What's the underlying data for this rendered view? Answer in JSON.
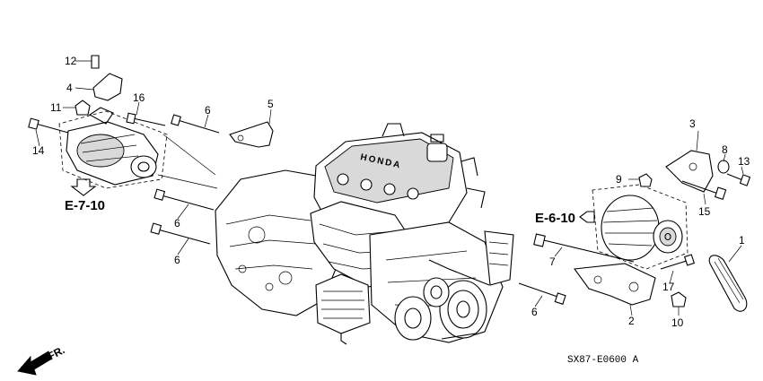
{
  "callouts": {
    "c1": "1",
    "c2": "2",
    "c3": "3",
    "c4": "4",
    "c5": "5",
    "c6a": "6",
    "c6b": "6",
    "c6c": "6",
    "c6d": "6",
    "c7": "7",
    "c8": "8",
    "c9": "9",
    "c10": "10",
    "c11": "11",
    "c12": "12",
    "c13": "13",
    "c14": "14",
    "c15": "15",
    "c16": "16",
    "c17": "17"
  },
  "refs": {
    "starter": "E-7-10",
    "alternator": "E-6-10"
  },
  "engine_brand": "HONDA",
  "front_label": "FR.",
  "diagram_code": "SX87-E0600 A"
}
